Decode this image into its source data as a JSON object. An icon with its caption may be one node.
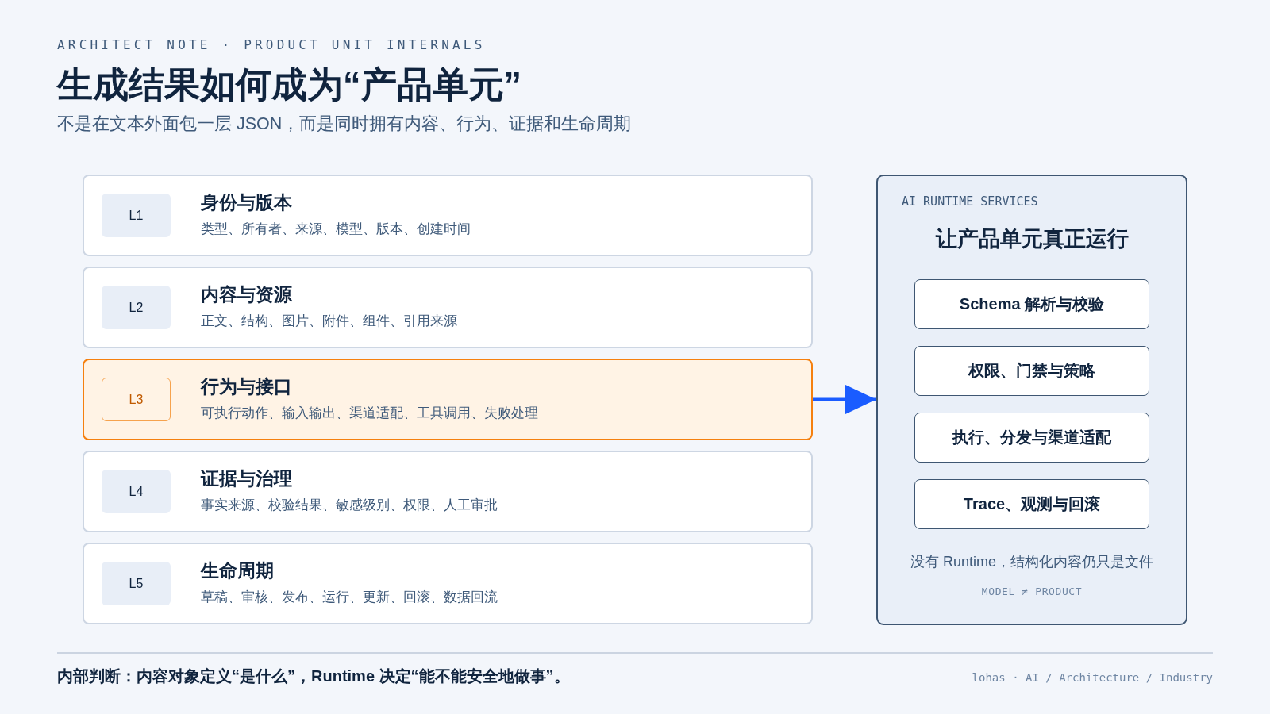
{
  "diagram": {
    "title": "生成结果如何成为“产品单元”",
    "nodes": [
      {
        "text": [
          "身份与版本",
          "类型、所有者、来源、模型、版本、创建时间"
        ]
      },
      {
        "text": [
          "L1"
        ],
        "in": 0
      },
      {
        "text": [
          "内容与资源",
          "正文、结构、图片、附件、组件、引用来源"
        ]
      },
      {
        "text": [
          "L2"
        ],
        "in": 2
      },
      {
        "text": [
          "行为与接口",
          "可执行动作、输入输出、渠道适配、工具调用、失败处理"
        ]
      },
      {
        "text": [
          "L3"
        ],
        "in": 4
      },
      {
        "text": [
          "证据与治理",
          "事实来源、校验结果、敏感级别、权限、人工审批"
        ]
      },
      {
        "text": [
          "L4"
        ],
        "in": 6
      },
      {
        "text": [
          "生命周期",
          "草稿、审核、发布、运行、更新、回滚、数据回流"
        ]
      },
      {
        "text": [
          "L5"
        ],
        "in": 8
      },
      {
        "text": [
          "AI RUNTIME SERVICES",
          "让产品单元真正运行",
          "没有 Runtime，结构化内容仍只是文件",
          "MODEL ≠ PRODUCT"
        ]
      },
      {
        "text": [
          "Schema 解析与校验"
        ],
        "in": 10
      },
      {
        "text": [
          "权限、门禁与策略"
        ],
        "in": 10
      },
      {
        "text": [
          "执行、分发与渠道适配"
        ],
        "in": 10
      },
      {
        "text": [
          "Trace、观测与回滚"
        ],
        "in": 10
      }
    ],
    "edges": [
      {
        "from": 4,
        "to": 10,
        "arrow": "to"
      }
    ],
    "labels": [
      "ARCHITECT NOTE · PRODUCT UNIT INTERNALS",
      "不是在文本外面包一层 JSON，而是同时拥有内容、行为、证据和生命周期",
      "内部判断：内容对象定义“是什么”，Runtime 决定“能不能安全地做事”。",
      "lohas · AI / Architecture / Industry"
    ]
  }
}
